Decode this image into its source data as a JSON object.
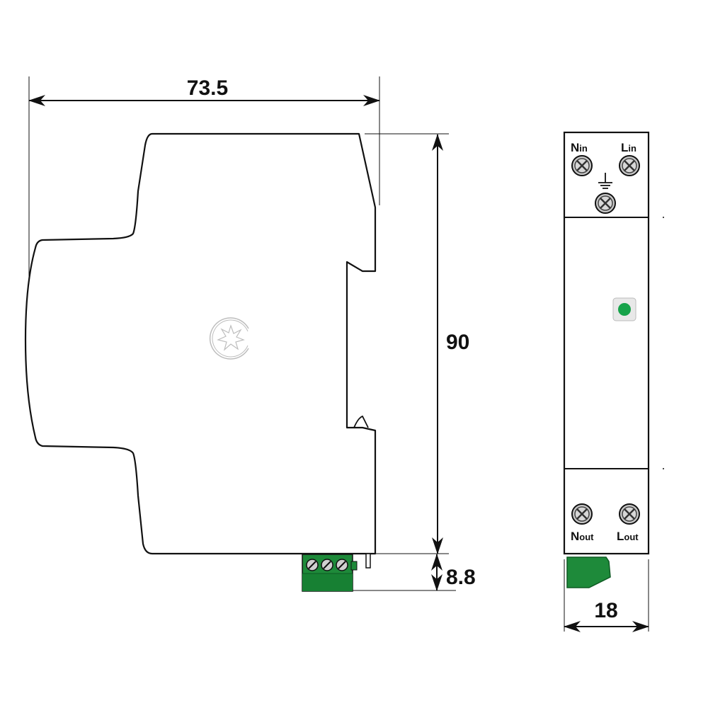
{
  "dimensions": {
    "width_side": "73.5",
    "height": "90",
    "connector_height": "8.8",
    "width_front": "18"
  },
  "terminals": {
    "n_in": {
      "main": "N",
      "sub": "in"
    },
    "l_in": {
      "main": "L",
      "sub": "in"
    },
    "n_out": {
      "main": "N",
      "sub": "out"
    },
    "l_out": {
      "main": "L",
      "sub": "out"
    }
  },
  "colors": {
    "outline": "#111111",
    "connector_green": "#1e8a3a",
    "connector_dark": "#136b2b",
    "indicator_green": "#16a34a",
    "screw_fill": "#c8c8c8"
  },
  "icons": {
    "ground": "ground-symbol-icon",
    "screw": "screw-terminal-icon",
    "indicator": "status-led-icon",
    "watermark": "logo-watermark-icon"
  }
}
